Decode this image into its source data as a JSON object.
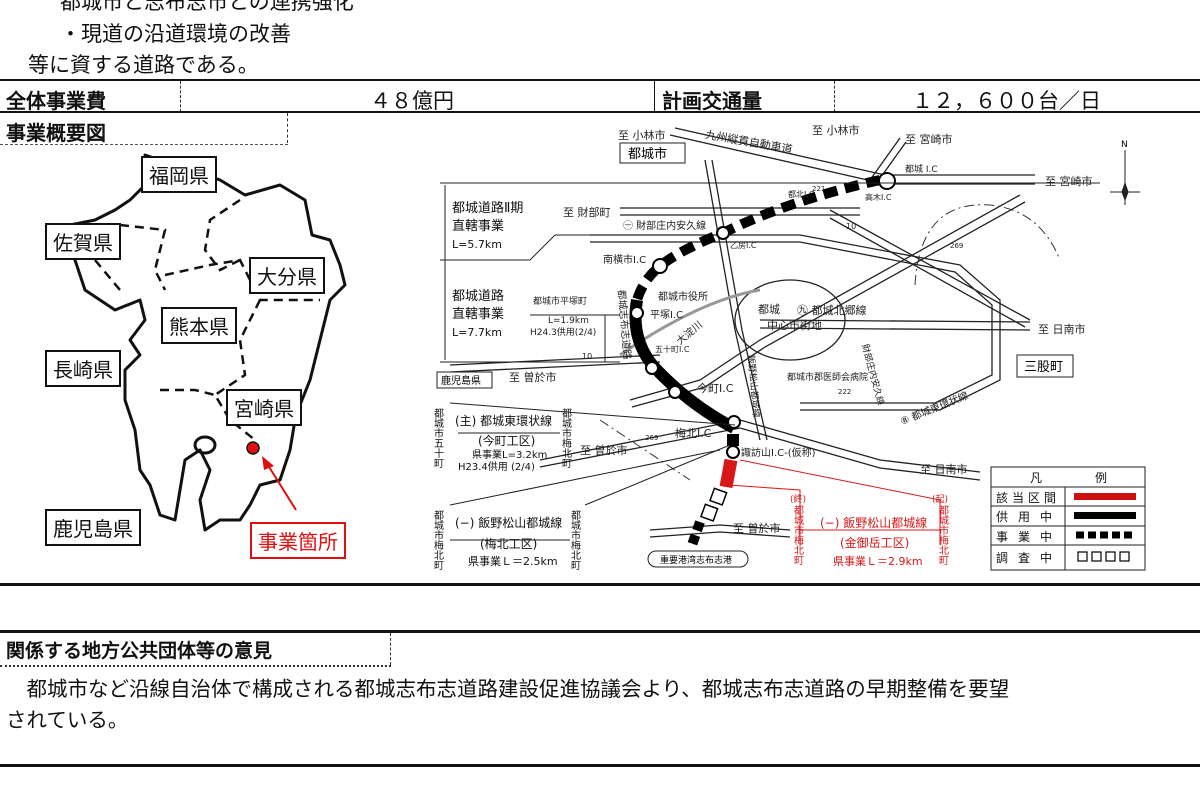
{
  "intro": {
    "line_cut": "都城市と志布志市との連携強化",
    "bullet": "・現道の沿道環境の改善",
    "closing": "等に資する道路である。"
  },
  "cost_row": {
    "cost_label": "全体事業費",
    "cost_value": "４８億円",
    "traffic_label": "計画交通量",
    "traffic_value": "１２，６００台／日"
  },
  "overview": {
    "label": "事業概要図",
    "kyushu_map": {
      "prefectures": [
        "福岡県",
        "佐賀県",
        "大分県",
        "熊本県",
        "長崎県",
        "宮崎県",
        "鹿児島県"
      ],
      "site_label": "事業箇所",
      "site_color": "#e01010"
    },
    "route_map": {
      "labels": {
        "to_kobayashi_1": "至 小林市",
        "to_kobayashi_2": "至 小林市",
        "miyakonojo_city": "都城市",
        "expressway": "九州縦貫自動車道",
        "to_miyazaki_1": "至 宮崎市",
        "to_miyazaki_2": "至 宮崎市",
        "miyakonojo_ic": "都城 I.C",
        "takagi_ic": "高木I.C",
        "miyakita_ic": "都北I.C",
        "to_takarabe": "至 財部町",
        "takarabe_line": "㊀ 財部庄内安久線",
        "otobo_ic": "乙房I.C",
        "minamiyokoichi_ic": "南横市I.C",
        "shibushi_road": "都城志布志道路",
        "city_hall": "都城市役所",
        "hiratsuka_ic": "平塚I.C",
        "gojucho_ic": "五十町I.C",
        "oyodo_river": "大淀川",
        "miyakonojo": "都城",
        "city_center": "中心市街地",
        "hokugo_line": "㊈ 都城北郷線",
        "to_nichinan_1": "至 日南市",
        "to_nichinan_2": "至 日南市",
        "mimata": "三股町",
        "kagoshima": "鹿児島県",
        "to_soo_1": "至 曽於市",
        "to_soo_2": "至 曽於市",
        "to_soo_3": "至 曽於市",
        "imamachi_ic": "今町I.C",
        "umekita_ic": "梅北I.C",
        "suwayama_ic": "諏訪山I.C-(仮称)",
        "ishikai_hospital": "都城市郡医師会病院",
        "higashi_kanjo": "⑧ 都城東環状線",
        "shonai_line": "財部庄内安久線",
        "iino_vertical": "飯野松山都城線",
        "port": "重要港湾志布志港",
        "hiratsuka_town": "都城市平塚町",
        "hiratsuka_len": "L=1.9km",
        "hiratsuka_open": "H24.3供用(2/4)",
        "route10": "10",
        "route221": "221",
        "route269": "269",
        "route222": "222",
        "north": "N"
      },
      "sections": [
        {
          "title1": "都城道路Ⅱ期",
          "title2": "直轄事業",
          "length": "L=5.7km"
        },
        {
          "title1": "都城道路",
          "title2": "直轄事業",
          "length": "L=7.7km"
        }
      ],
      "imamachi": {
        "title": "(主) 都城東環状線",
        "district": "(今町工区)",
        "length": "県事業L=3.2km",
        "open": "H23.4供用 (2/4)",
        "left_end": "都城市五十町",
        "right_end": "都城市梅北町"
      },
      "umekita": {
        "title": "(−) 飯野松山都城線",
        "district": "(梅北工区)",
        "length": "県事業Ｌ＝2.5km",
        "left_end": "都城市梅北町",
        "right_end": "都城市梅北町"
      },
      "kanegotake": {
        "title": "(−) 飯野松山都城線",
        "district": "(金御岳工区)",
        "length": "県事業Ｌ＝2.9km",
        "end_mark": "(終)",
        "start_mark": "(起)",
        "end_place": "都城市梅北町",
        "start_place": "都城市梅北町",
        "color": "#d81818"
      },
      "legend": {
        "title_left": "凡",
        "title_right": "例",
        "items": [
          {
            "label": "該当区間",
            "style": "red-solid",
            "color": "#d01010"
          },
          {
            "label": "供用中",
            "style": "black-solid",
            "color": "#000000"
          },
          {
            "label": "事業中",
            "style": "black-dashed",
            "color": "#000000"
          },
          {
            "label": "調査中",
            "style": "open-squares",
            "color": "#000000"
          }
        ]
      }
    }
  },
  "opinion": {
    "label": "関係する地方公共団体等の意見",
    "line1": "　都城市など沿線自治体で構成される都城志布志道路建設促進協議会より、都城志布志道路の早期整備を要望",
    "line2": "されている。"
  }
}
